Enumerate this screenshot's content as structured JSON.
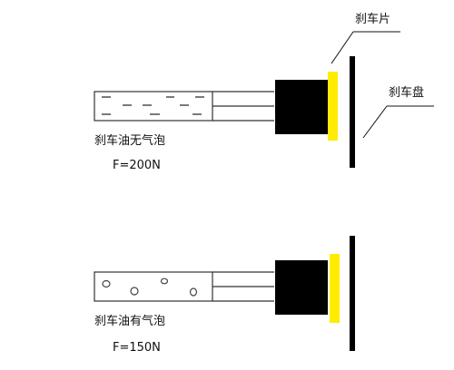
{
  "labels": {
    "brake_pad": "刹车片",
    "brake_disc": "刹车盘"
  },
  "top_system": {
    "caption": "刹车油无气泡",
    "force": "F=200N"
  },
  "bottom_system": {
    "caption": "刹车油有气泡",
    "force": "F=150N"
  },
  "colors": {
    "pad": "#ffec00",
    "block": "#000000",
    "line": "#333333"
  }
}
